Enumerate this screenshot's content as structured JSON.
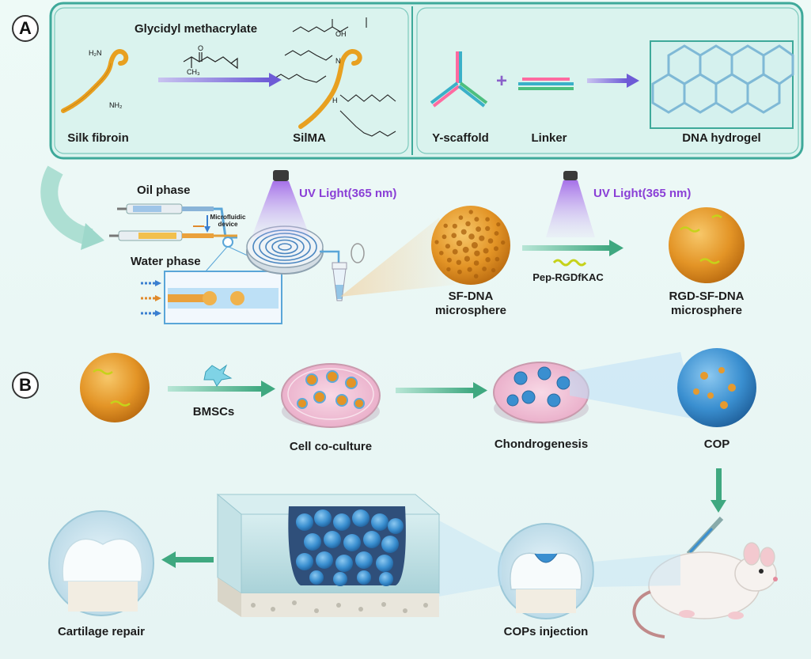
{
  "panels": {
    "a": "A",
    "b": "B"
  },
  "top_box": {
    "reagent": "Glycidyl methacrylate",
    "silk_fibroin": "Silk fibroin",
    "silma": "SilMA",
    "y_scaffold": "Y-scaffold",
    "plus": "+",
    "linker": "Linker",
    "dna_hydrogel": "DNA hydrogel",
    "chem": {
      "h2n": "H₂N",
      "nh2": "NH₂",
      "ch3": "CH₃",
      "o": "O",
      "oh": "OH",
      "n": "N",
      "h": "H"
    }
  },
  "fabrication": {
    "oil_phase": "Oil phase",
    "water_phase": "Water phase",
    "device": "Microfluidic device",
    "uv1": "UV Light(365 nm)",
    "uv2": "UV Light(365 nm)",
    "sf_dna": "SF-DNA microsphere",
    "peptide": "Pep-RGDfKAC",
    "rgd_sf_dna": "RGD-SF-DNA microsphere"
  },
  "panel_b": {
    "bmscs": "BMSCs",
    "coculture": "Cell co-culture",
    "chondrogenesis": "Chondrogenesis",
    "cop": "COP",
    "cartilage_repair": "Cartilage repair",
    "cops_injection": "COPs injection"
  },
  "colors": {
    "arrow": "#3fa880",
    "box_border": "#3ea99a",
    "box_fill": "#d9f4ef",
    "silk": "#e8a020",
    "uv": "#8a3fd6",
    "sphere": "#e59a2f",
    "cop_blue": "#3a8fd0"
  }
}
